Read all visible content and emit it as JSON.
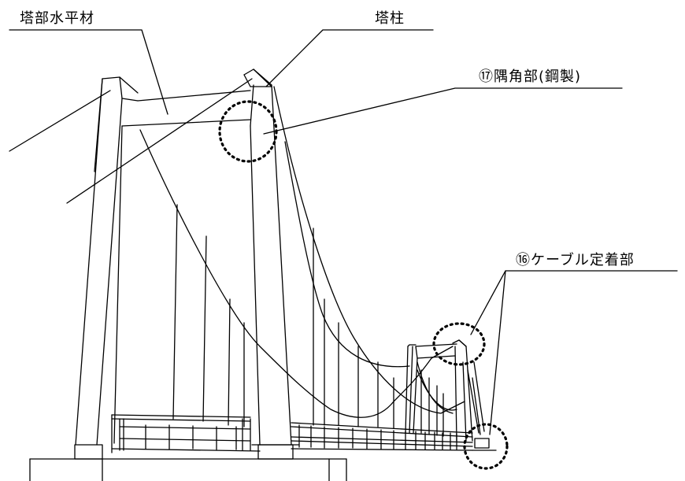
{
  "labels": {
    "tower_horizontal": "塔部水平材",
    "tower_column": "塔柱",
    "corner_steel": "⑰隅角部(鋼製)",
    "cable_anchorage": "⑯ケーブル定着部"
  },
  "colors": {
    "line": "#000000",
    "background": "#ffffff"
  }
}
